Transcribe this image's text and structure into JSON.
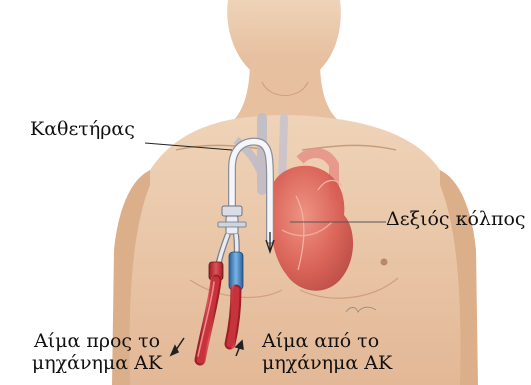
{
  "labels": {
    "catheter": "Καθετήρας",
    "right_atrium": "Δεξιός κόλπος",
    "blood_to_line1": "Αίμα προς το",
    "blood_to_line2": "μηχάνημα ΑΚ",
    "blood_from_line1": "Αίμα από το",
    "blood_from_line2": "μηχάνημα ΑΚ"
  },
  "colors": {
    "skin": "#e9c8aa",
    "skin_shadow": "#d8ab86",
    "heart": "#d85a50",
    "heart_light": "#ec8c7c",
    "vessel": "#b9b9c6",
    "lumen_red": "#c8323a",
    "lumen_blue": "#3f86c9",
    "catheter": "#eef2f6"
  }
}
